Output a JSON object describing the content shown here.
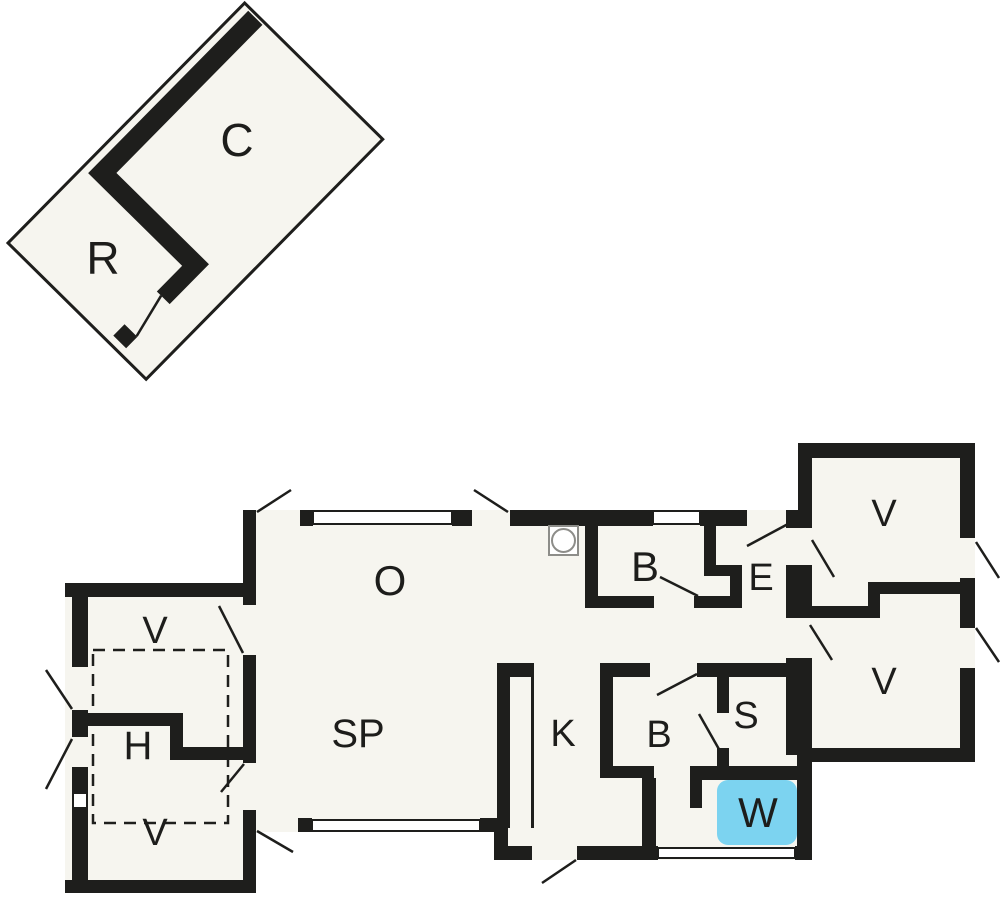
{
  "plan": {
    "title_hint": "floor plan",
    "wall_color": "#1e1e1c",
    "floor_color": "#f6f5ef",
    "highlight_color": "#7cd3f0",
    "symbol_stroke_color": "#8d8d89",
    "rooms": {
      "c": "C",
      "r": "R",
      "o": "O",
      "b1": "B",
      "e": "E",
      "v1": "V",
      "v2": "V",
      "v3": "V",
      "h": "H",
      "v4": "V",
      "sp": "SP",
      "k": "K",
      "b2": "B",
      "s": "S",
      "w": "W"
    }
  }
}
